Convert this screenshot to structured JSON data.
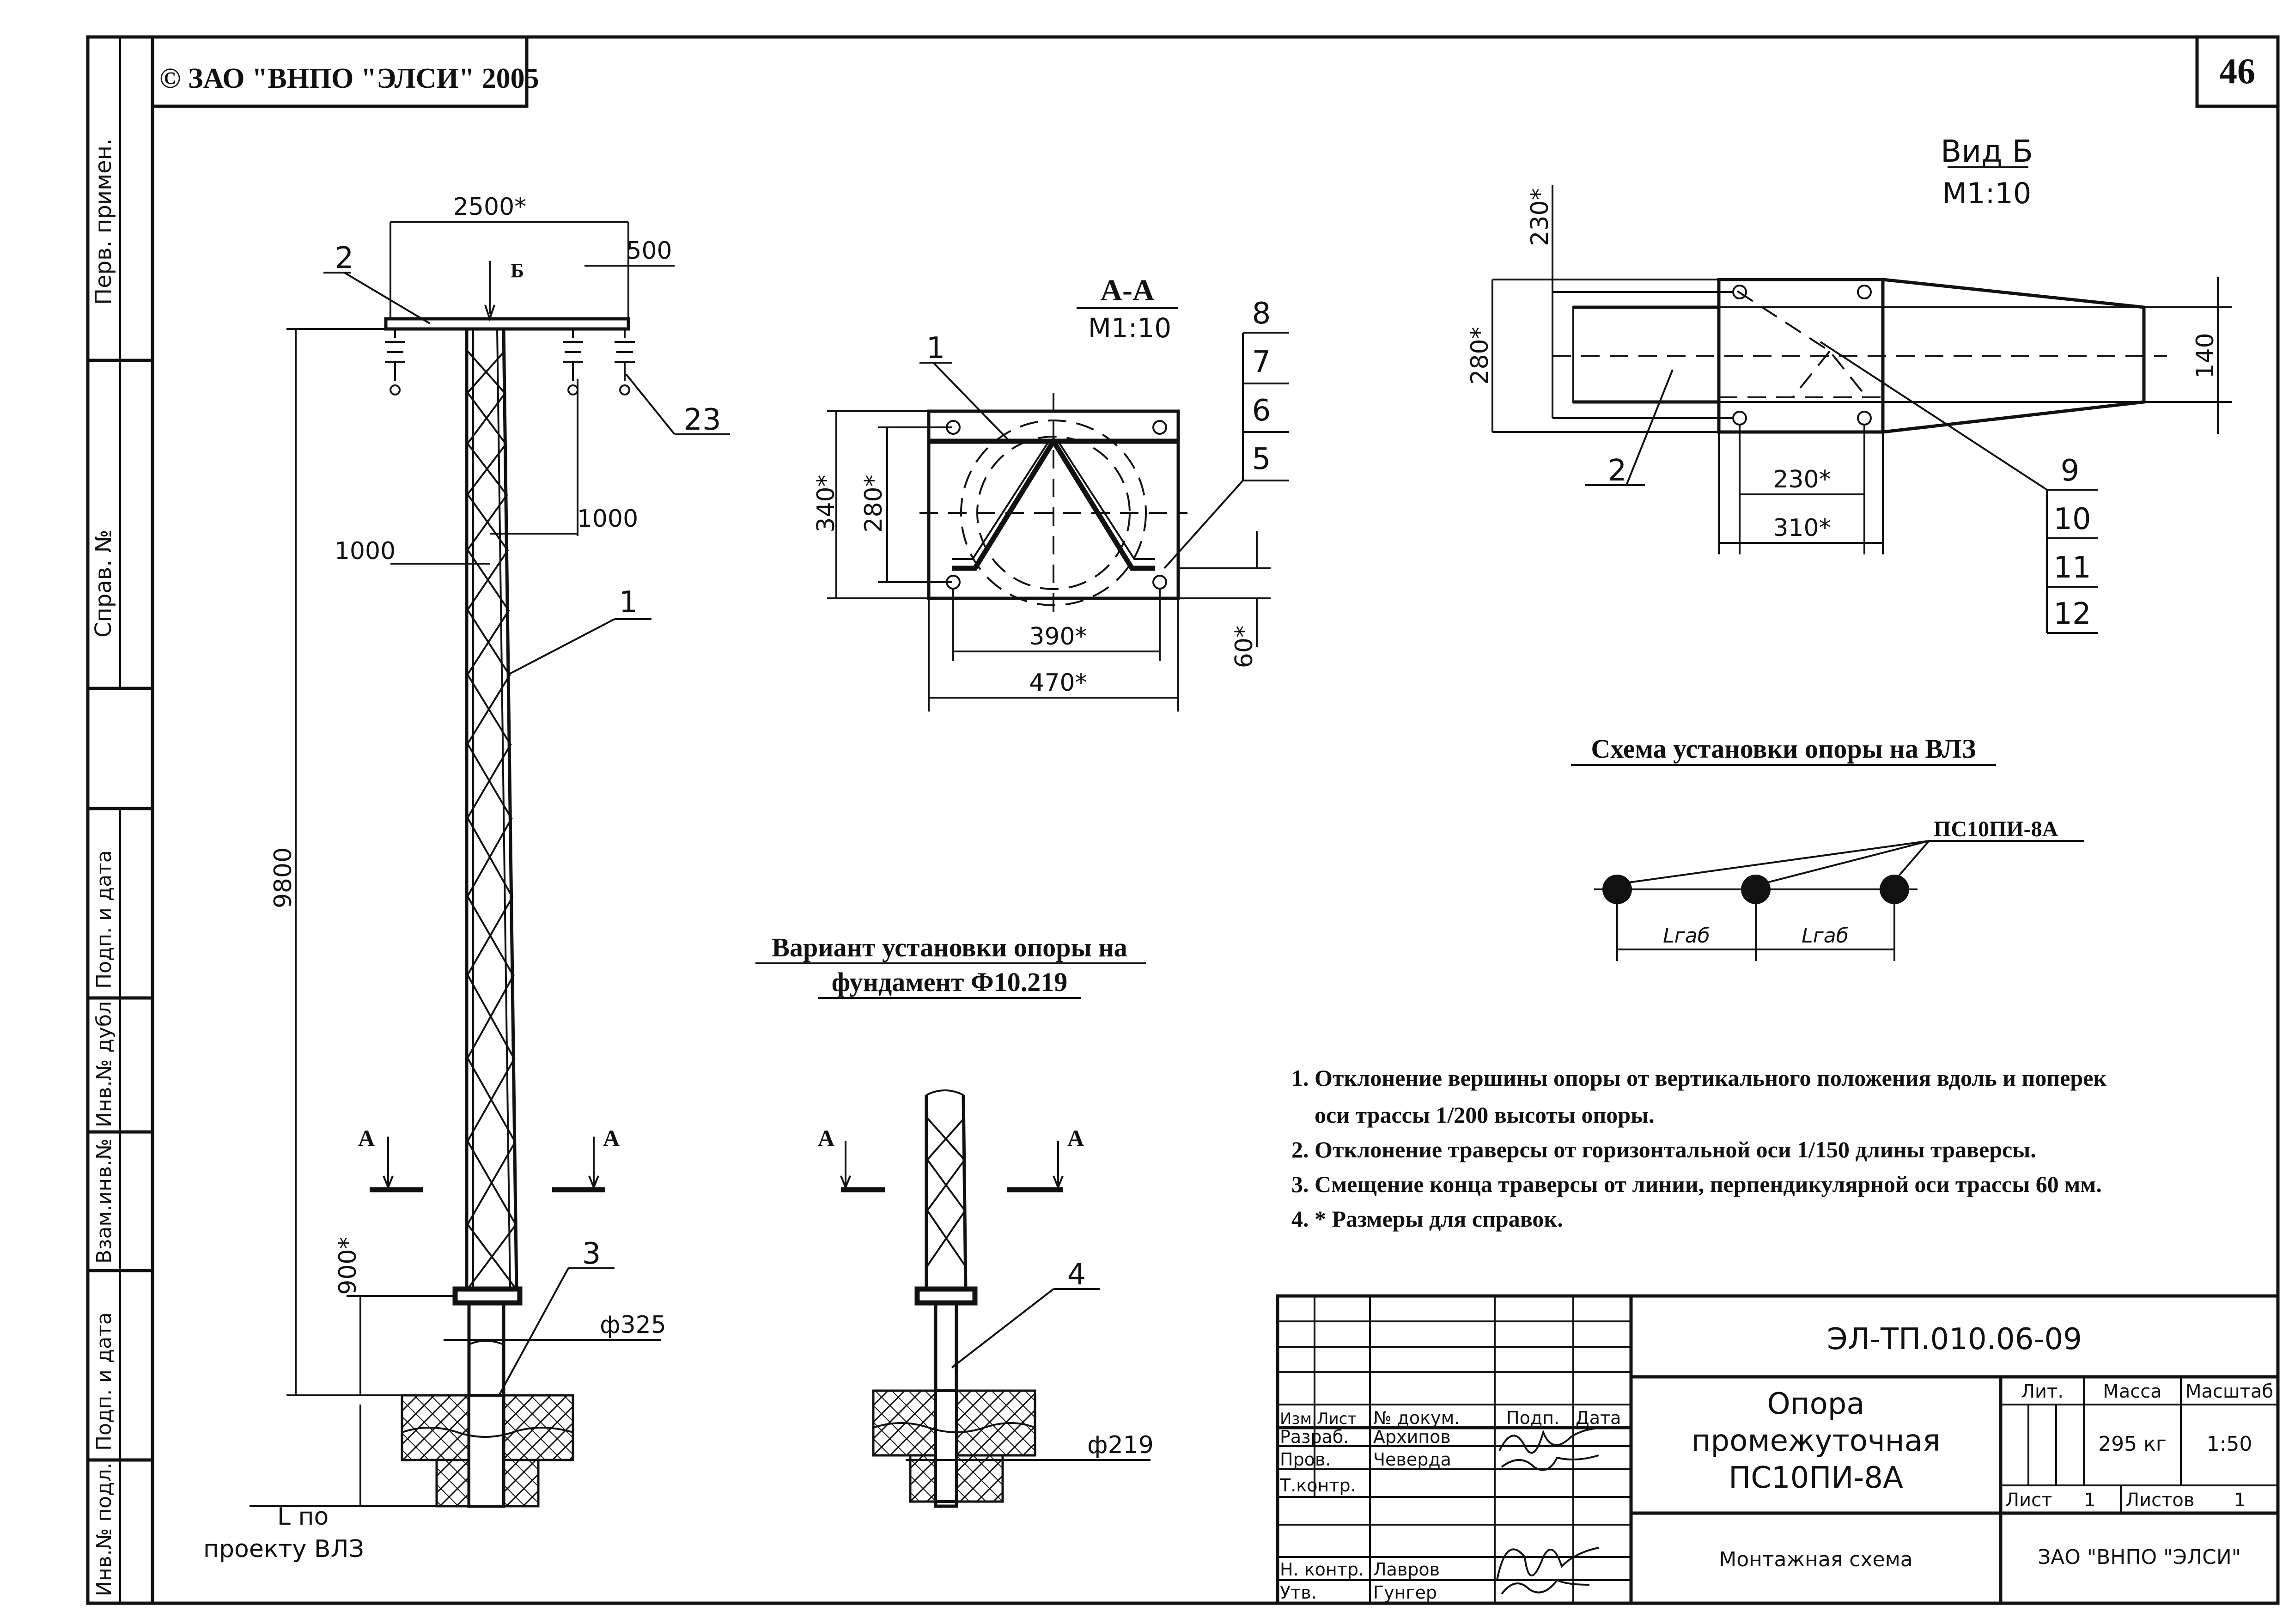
{
  "header": {
    "copyright": "© ЗАО \"ВНПО \"ЭЛСИ\" 2005",
    "sheet_number": "46"
  },
  "left_margin": {
    "perv_primen": "Перв. примен.",
    "sprav_no": "Справ. №",
    "podp_i_data_1": "Подп. и дата",
    "inv_no_dubl": "Инв.№ дубл.",
    "vzam_inv_no": "Взам.инв.№",
    "podp_i_data_2": "Подп. и дата",
    "inv_no_podl": "Инв.№ подл."
  },
  "main_view": {
    "dim_2500": "2500*",
    "dim_500": "500",
    "view_b_mark": "Б",
    "pos_2": "2",
    "pos_23": "23",
    "dim_1000_left": "1000",
    "dim_1000_right": "1000",
    "pos_1": "1",
    "dim_9800": "9800",
    "section_a_left": "А",
    "section_a_right": "А",
    "dim_900": "900*",
    "pos_3": "3",
    "dim_phi325": "ф325",
    "l_label_1": "L по",
    "l_label_2": "проекту ВЛЗ"
  },
  "section_aa": {
    "title": "А-А",
    "scale": "М1:10",
    "pos_1": "1",
    "pos_8": "8",
    "pos_7": "7",
    "pos_6": "6",
    "pos_5": "5",
    "dim_340": "340*",
    "dim_280": "280*",
    "dim_390": "390*",
    "dim_470": "470*",
    "dim_60": "60*"
  },
  "view_b": {
    "title": "Вид Б",
    "scale": "М1:10",
    "dim_230v": "230*",
    "dim_280": "280*",
    "dim_140": "140",
    "pos_2": "2",
    "dim_230h": "230*",
    "dim_310": "310*",
    "pos_9": "9",
    "pos_10": "10",
    "pos_11": "11",
    "pos_12": "12"
  },
  "scheme": {
    "title": "Схема установки опоры на ВЛЗ",
    "label": "ПС10ПИ-8А",
    "span_left": "Lгаб",
    "span_right": "Lгаб"
  },
  "variant": {
    "title_1": "Вариант установки опоры на",
    "title_2": "фундамент Ф10.219",
    "section_a_left": "А",
    "section_a_right": "А",
    "pos_4": "4",
    "dim_phi219": "ф219"
  },
  "notes": [
    "1. Отклонение вершины опоры от вертикального положения вдоль и поперек",
    "оси трассы 1/200 высоты опоры.",
    "2. Отклонение траверсы от горизонтальной оси 1/150 длины траверсы.",
    "3. Смещение конца траверсы от линии, перпендикулярной оси трассы 60 мм.",
    "4. * Размеры для справок."
  ],
  "title_block": {
    "doc_code": "ЭЛ-ТП.010.06-09",
    "name_1": "Опора",
    "name_2": "промежуточная",
    "name_3": "ПС10ПИ-8А",
    "sheet_type": "Монтажная схема",
    "company": "ЗАО \"ВНПО \"ЭЛСИ\"",
    "lit_label": "Лит.",
    "mass_label": "Масса",
    "scale_label": "Масштаб",
    "mass_value": "295 кг",
    "scale_value": "1:50",
    "list_label": "Лист",
    "list_value": "1",
    "listov_label": "Листов",
    "listov_value": "1",
    "col_izm": "Изм.",
    "col_list": "Лист",
    "col_doc": "№ докум.",
    "col_podp": "Подп.",
    "col_data": "Дата",
    "roles": [
      {
        "role": "Разраб.",
        "name": "Архипов"
      },
      {
        "role": "Пров.",
        "name": "Чеверда"
      },
      {
        "role": "Т.контр.",
        "name": ""
      },
      {
        "role": "Н. контр.",
        "name": "Лавров"
      },
      {
        "role": "Утв.",
        "name": "Гунгер"
      }
    ]
  }
}
